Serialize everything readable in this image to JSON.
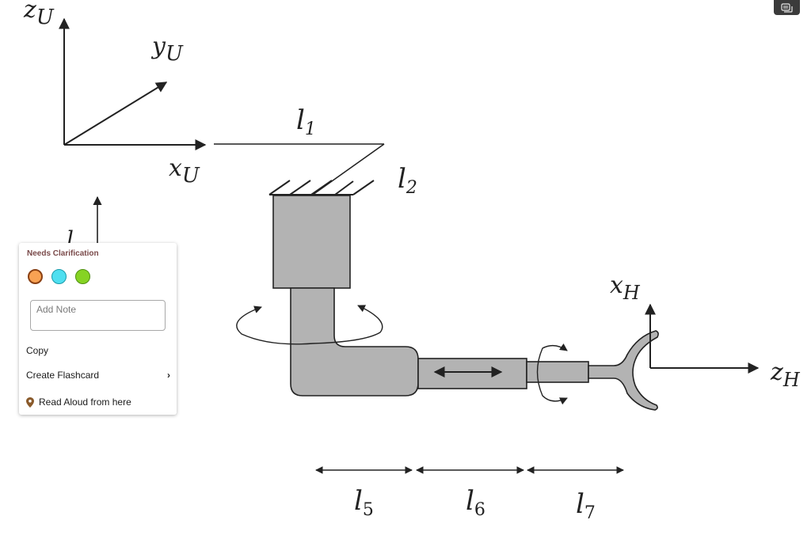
{
  "toolbar": {
    "notes_button_icon": "notes-stack-icon"
  },
  "diagram": {
    "universal_frame": {
      "z_label": "z",
      "z_sub": "U",
      "y_label": "y",
      "y_sub": "U",
      "x_label": "x",
      "x_sub": "U"
    },
    "hand_frame": {
      "x_label": "x",
      "x_sub": "H",
      "z_label": "z",
      "z_sub": "H"
    },
    "link_labels": [
      {
        "name": "l",
        "sub": "1"
      },
      {
        "name": "l",
        "sub": "2"
      },
      {
        "name": "l",
        "sub": "5"
      },
      {
        "name": "l",
        "sub": "6"
      },
      {
        "name": "l",
        "sub": "7"
      }
    ],
    "partial_label": "l",
    "colors": {
      "part_fill": "#b3b3b3",
      "stroke": "#222222"
    }
  },
  "popup": {
    "title": "Needs Clarification",
    "title_color": "#7a4a4a",
    "swatches": [
      {
        "name": "orange",
        "color": "#f9a253",
        "selected": true
      },
      {
        "name": "cyan",
        "color": "#4fdff0",
        "selected": false
      },
      {
        "name": "green",
        "color": "#86d323",
        "selected": false
      }
    ],
    "note_placeholder": "Add Note",
    "note_value": "",
    "menu": {
      "copy": "Copy",
      "create_flashcard": "Create Flashcard",
      "create_flashcard_chevron": "›",
      "read_aloud": "Read Aloud from here"
    }
  }
}
